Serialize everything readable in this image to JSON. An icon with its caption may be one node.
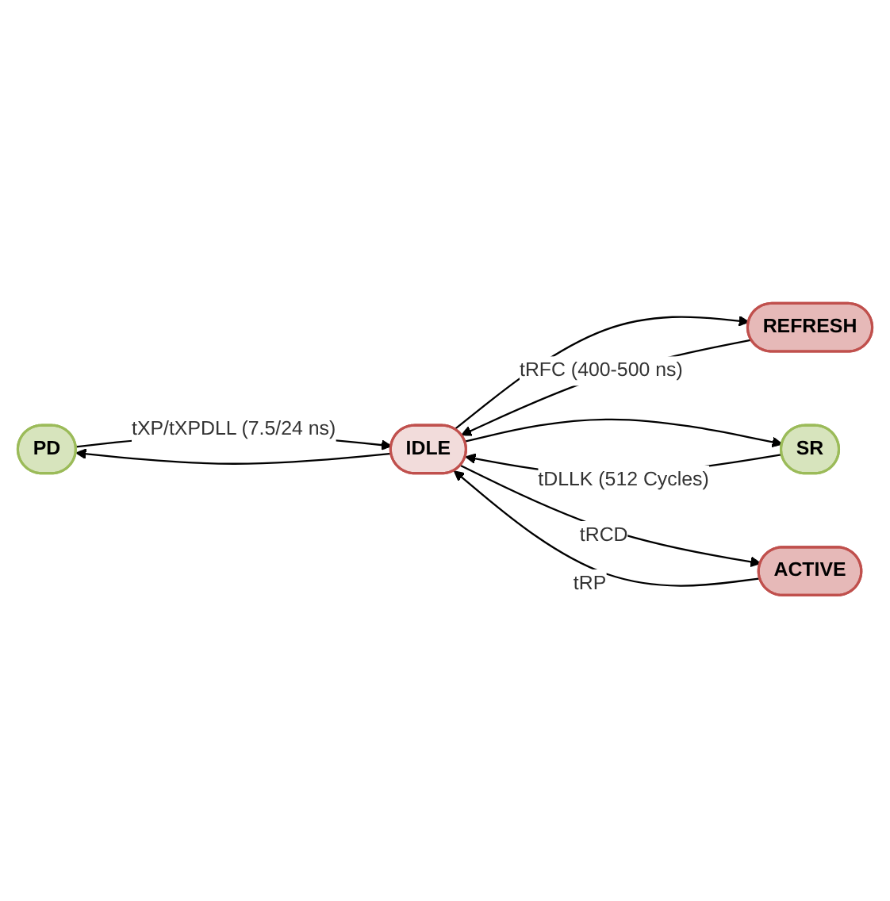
{
  "diagram": {
    "nodes": [
      {
        "text": [
          "PD"
        ]
      },
      {
        "text": [
          "REFRESH"
        ]
      },
      {
        "text": [
          "IDLE"
        ]
      },
      {
        "text": [
          "SR"
        ]
      },
      {
        "text": [
          "ACTIVE"
        ]
      }
    ],
    "edges": [
      {
        "from": 0,
        "to": 2,
        "arrow": "to",
        "label": "tXP/tXPDLL (7.5/24 ns)"
      },
      {
        "from": 2,
        "to": 0,
        "arrow": "to"
      },
      {
        "from": 2,
        "to": 1,
        "arrow": "to"
      },
      {
        "from": 1,
        "to": 2,
        "arrow": "to",
        "label": "tRFC (400-500 ns)"
      },
      {
        "from": 3,
        "to": 2,
        "arrow": "to",
        "label": "tDLLK (512 Cycles)"
      },
      {
        "from": 2,
        "to": 3,
        "arrow": "to"
      },
      {
        "from": 2,
        "to": 4,
        "arrow": "to",
        "label": "tRCD"
      },
      {
        "from": 4,
        "to": 2,
        "arrow": "to",
        "label": "tRP"
      }
    ]
  }
}
